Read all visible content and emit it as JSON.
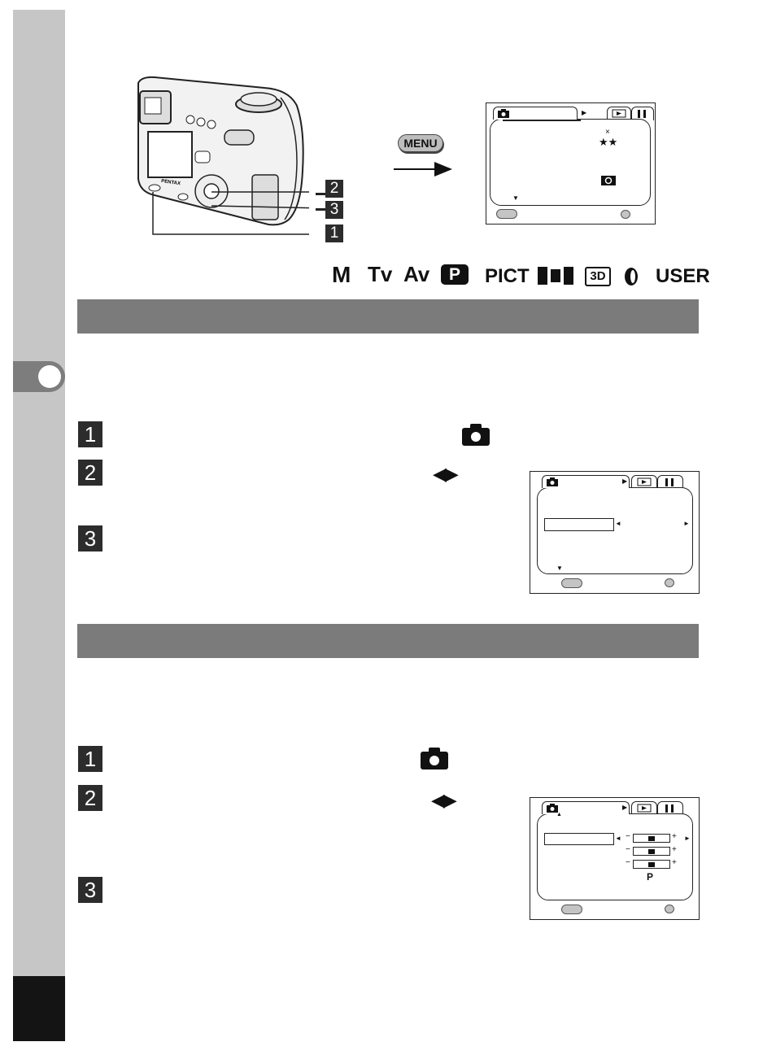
{
  "menu_button": {
    "label": "MENU"
  },
  "camera_callouts": [
    "2",
    "3",
    "1"
  ],
  "camera_brand": "PENTAX",
  "mode_strip": [
    "M",
    "Tv",
    "Av",
    "P",
    "PICT",
    "3D",
    "USER"
  ],
  "lcd_top": {
    "symbols": [
      "×",
      "★★"
    ]
  },
  "lcd_sharpness": {
    "left_arrow": "◄",
    "right_arrow": "►"
  },
  "lcd_contrast": {
    "left_arrow": "◄",
    "right_arrow": "►",
    "minus": "−",
    "plus": "+",
    "mode_letter": "P",
    "up_arrow": "▲"
  },
  "section1": {
    "steps": [
      "1",
      "2",
      "3"
    ],
    "arrows": "◀▶"
  },
  "section2": {
    "steps": [
      "1",
      "2",
      "3"
    ],
    "arrows": "◀▶"
  }
}
